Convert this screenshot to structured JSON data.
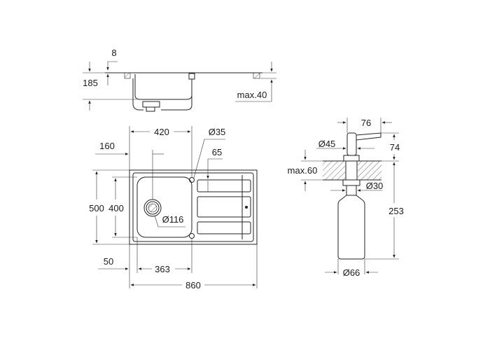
{
  "side_view": {
    "dim_rim": "8",
    "dim_depth": "185",
    "dim_counter": "max.40"
  },
  "plan_view": {
    "dim_bowl_width": "420",
    "dim_offset": "160",
    "dim_tap_hole": "Ø35",
    "dim_tap_offset": "65",
    "dim_height_outer": "500",
    "dim_height_bowl": "400",
    "dim_drain": "Ø116",
    "dim_edge": "50",
    "dim_bowl_inner": "363",
    "dim_total_width": "860"
  },
  "dispenser": {
    "dim_spout": "76",
    "dim_head": "Ø45",
    "dim_head_height": "74",
    "dim_counter": "max.60",
    "dim_hole": "Ø30",
    "dim_total_height": "253",
    "dim_bottle": "Ø66"
  }
}
